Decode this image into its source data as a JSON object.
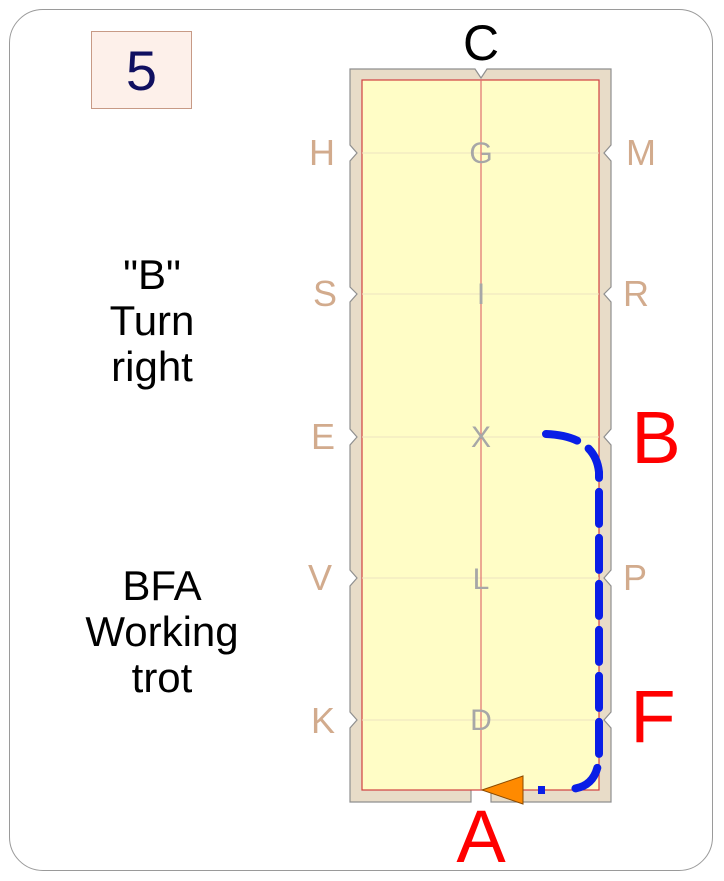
{
  "step_number": "5",
  "instructions": {
    "first": [
      "\"B\"",
      "Turn",
      "right"
    ],
    "second": [
      "BFA",
      "Working",
      "trot"
    ]
  },
  "arena": {
    "end_letters": {
      "top": "C",
      "bottom": "A"
    },
    "left_letters": [
      "H",
      "S",
      "E",
      "V",
      "K"
    ],
    "right_letters": [
      "M",
      "R",
      "B",
      "P",
      "F"
    ],
    "center_letters": [
      "G",
      "I",
      "X",
      "L",
      "D"
    ],
    "highlighted_letters": [
      "B",
      "F",
      "A"
    ]
  },
  "colors": {
    "arena_fill": "#fffdc6",
    "arena_border": "#e8dcc8",
    "center_line": "#e07070",
    "path": "#0a1ee6",
    "arrow": "#ff8a00",
    "highlight": "#ff0000"
  }
}
